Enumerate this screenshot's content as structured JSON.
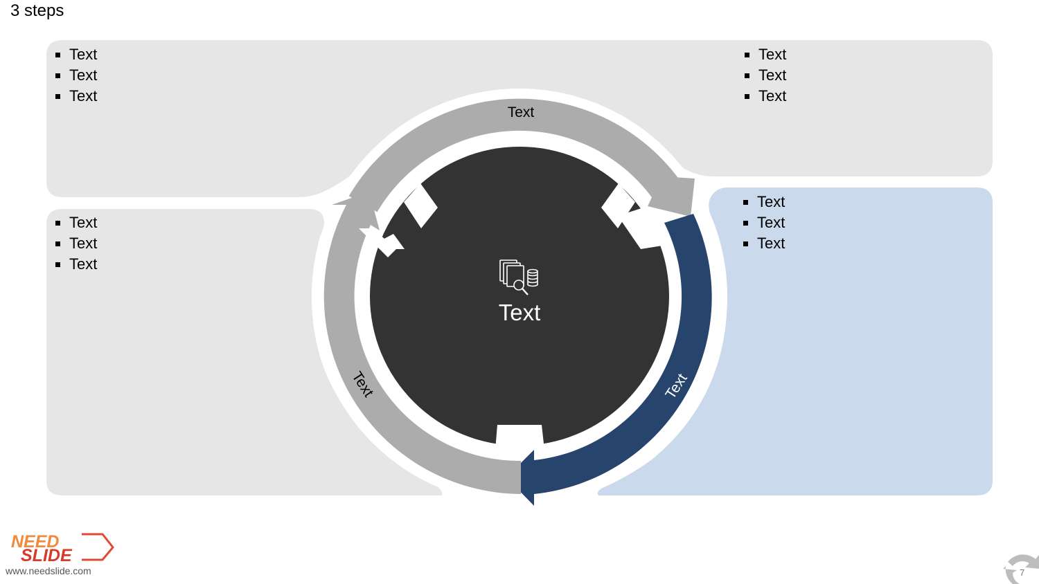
{
  "title": "3 steps",
  "center": {
    "label": "Text",
    "icon": "documents-search-icon"
  },
  "arrows": {
    "top": "Text",
    "right": "Text",
    "left": "Text"
  },
  "panels": {
    "top_left": [
      "Text",
      "Text",
      "Text"
    ],
    "top_right": [
      "Text",
      "Text",
      "Text"
    ],
    "bottom_left": [
      "Text",
      "Text",
      "Text"
    ],
    "bottom_right": [
      "Text",
      "Text",
      "Text"
    ]
  },
  "colors": {
    "panel_gray": "#e6e6e6",
    "panel_blue": "#cad9eb",
    "arrow_gray": "#acacac",
    "arrow_blue": "#27456c",
    "center": "#333333"
  },
  "footer": {
    "logo_line1": "NEED",
    "logo_line2": "SLIDE",
    "url": "www.needslide.com",
    "page_number": "7"
  }
}
